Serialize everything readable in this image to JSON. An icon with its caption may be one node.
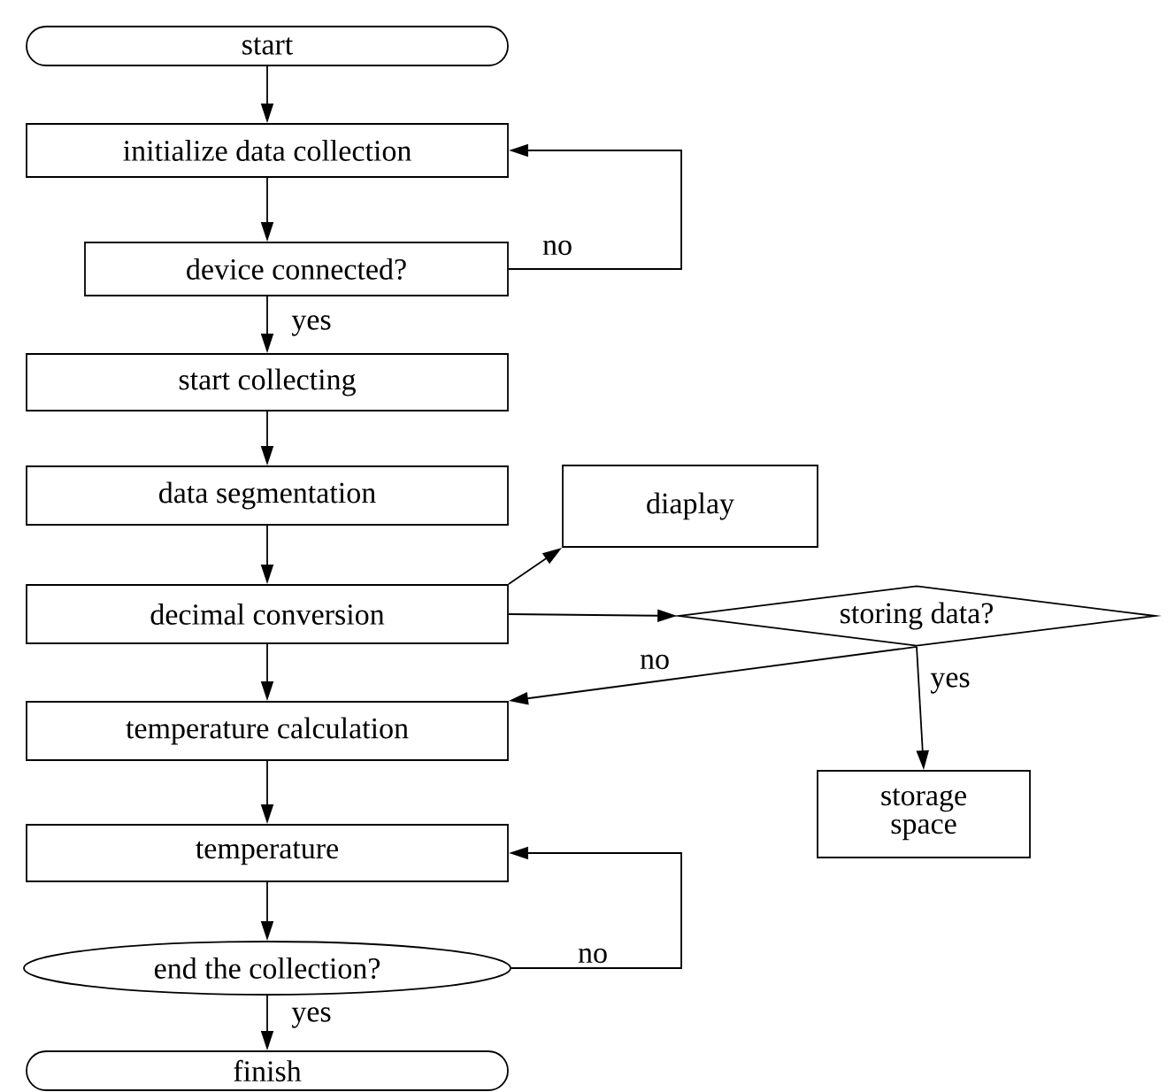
{
  "diagram": {
    "nodes": [
      {
        "text": [
          "start"
        ]
      },
      {
        "text": [
          "initialize data collection"
        ]
      },
      {
        "text": [
          "device connected?"
        ]
      },
      {
        "text": [
          "start collecting"
        ]
      },
      {
        "text": [
          "data segmentation"
        ]
      },
      {
        "text": [
          "diaplay"
        ]
      },
      {
        "text": [
          "decimal conversion"
        ]
      },
      {
        "text": [
          "storing data?"
        ]
      },
      {
        "text": [
          "temperature calculation"
        ]
      },
      {
        "text": [
          "storage space"
        ]
      },
      {
        "text": [
          "temperature"
        ]
      },
      {
        "text": [
          "end the collection?"
        ]
      },
      {
        "text": [
          "finish"
        ]
      }
    ],
    "edges": [
      {
        "from": 0,
        "to": 1,
        "arrow": "to"
      },
      {
        "from": 1,
        "to": 2,
        "arrow": "to"
      },
      {
        "from": 2,
        "to": 1,
        "label": "no",
        "arrow": "to"
      },
      {
        "from": 2,
        "to": 3,
        "label": "yes",
        "arrow": "to"
      },
      {
        "from": 3,
        "to": 4,
        "arrow": "to"
      },
      {
        "from": 4,
        "to": 6,
        "arrow": "to"
      },
      {
        "from": 6,
        "to": 5,
        "arrow": "to"
      },
      {
        "from": 6,
        "to": 7,
        "arrow": "to"
      },
      {
        "from": 7,
        "to": 8,
        "label": "no",
        "arrow": "to"
      },
      {
        "from": 6,
        "to": 8,
        "arrow": "to"
      },
      {
        "from": 7,
        "to": 9,
        "label": "yes",
        "arrow": "to"
      },
      {
        "from": 8,
        "to": 10,
        "arrow": "to"
      },
      {
        "from": 10,
        "to": 11,
        "arrow": "to"
      },
      {
        "from": 11,
        "to": 10,
        "label": "no",
        "arrow": "to"
      },
      {
        "from": 11,
        "to": 12,
        "label": "yes",
        "arrow": "to"
      }
    ]
  }
}
